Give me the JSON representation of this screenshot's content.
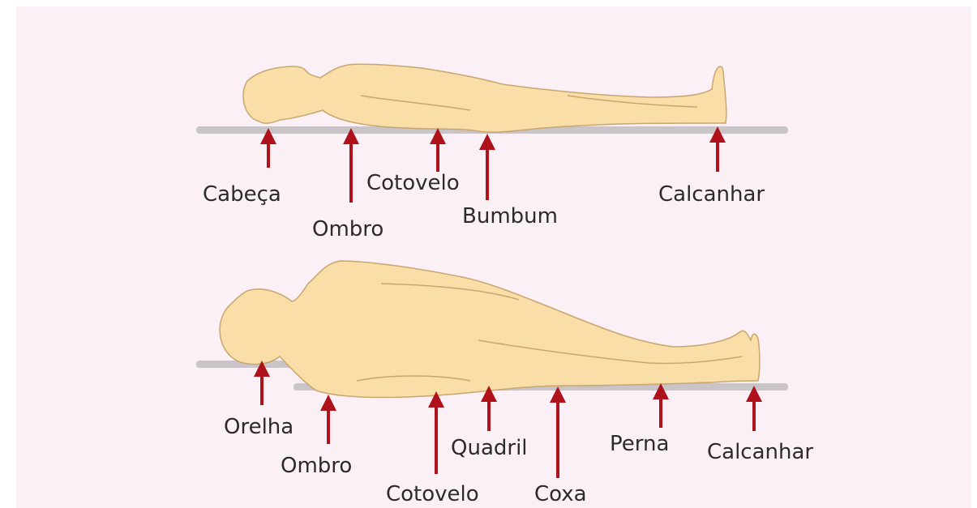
{
  "colors": {
    "background": "#fcf0f7",
    "body_fill": "#f9dfa7",
    "body_stroke": "#c9a570",
    "surface": "#c8c4c8",
    "arrow": "#b0121b",
    "text": "#2b2b2b"
  },
  "diagram": {
    "supine": {
      "labels": {
        "head": "Cabeça",
        "shoulder": "Ombro",
        "elbow": "Cotovelo",
        "buttocks": "Bumbum",
        "heel": "Calcanhar"
      }
    },
    "lateral": {
      "labels": {
        "ear": "Orelha",
        "shoulder": "Ombro",
        "elbow": "Cotovelo",
        "hip": "Quadril",
        "thigh": "Coxa",
        "leg": "Perna",
        "heel": "Calcanhar"
      }
    }
  }
}
